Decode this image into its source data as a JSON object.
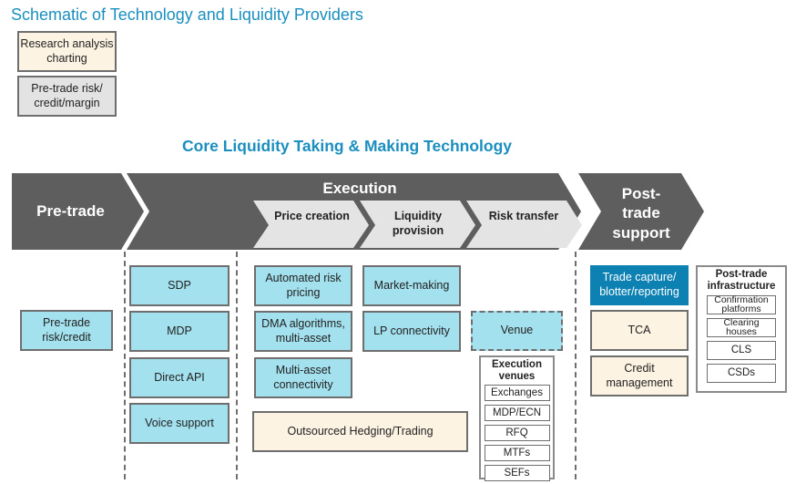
{
  "title": "Schematic of Technology and Liquidity Providers",
  "legend": [
    {
      "label": "Research analysis charting",
      "style": "cream"
    },
    {
      "label": "Pre-trade risk/ credit/margin",
      "style": "grey"
    }
  ],
  "subtitle": "Core Liquidity  Taking & Making  Technology",
  "band": {
    "pretrade": "Pre-trade",
    "execution": "Execution",
    "posttrade": "Post- trade support",
    "stages": [
      "Price creation",
      "Liquidity provision",
      "Risk transfer"
    ]
  },
  "pretrade_col": {
    "item": "Pre-trade risk/credit"
  },
  "channels": [
    "SDP",
    "MDP",
    "Direct API",
    "Voice support"
  ],
  "price_creation": [
    "Automated risk pricing",
    "DMA algorithms, multi-asset",
    "Multi-asset connectivity"
  ],
  "liquidity_provision": [
    "Market-making",
    "LP connectivity"
  ],
  "outsourced": "Outsourced Hedging/Trading",
  "venue": "Venue",
  "execution_venues": {
    "heading": "Execution venues",
    "items": [
      "Exchanges",
      "MDP/ECN",
      "RFQ",
      "MTFs",
      "SEFs"
    ]
  },
  "post_trade": {
    "items": [
      "Trade capture/ blotter/reporting",
      "TCA",
      "Credit management"
    ],
    "infrastructure": {
      "heading": "Post-trade infrastructure",
      "items": [
        "Confirmation platforms",
        "Clearing houses",
        "CLS",
        "CSDs"
      ]
    }
  },
  "colors": {
    "accent": "#1a8fbf",
    "band": "#5e5e5e",
    "cyan": "#a3e1ee",
    "cream": "#fdf3e3",
    "grey": "#e3e3e3",
    "blue": "#0d81b2"
  }
}
